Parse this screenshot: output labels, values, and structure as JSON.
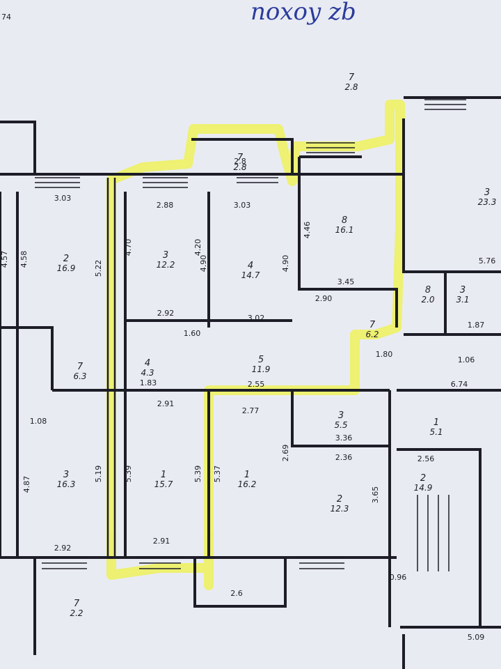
{
  "corner_text": "74",
  "handwriting": "noxoy zb",
  "colors": {
    "paper": "#e9ebf2",
    "wall": "#1c1d26",
    "highlight": "#eef25a",
    "ink": "#2b3c9c"
  },
  "rooms": [
    {
      "num": "7",
      "area": "2.8",
      "name": "top-balcony"
    },
    {
      "num": "2",
      "area": "16.9",
      "name": "room-left-top"
    },
    {
      "num": "3",
      "area": "12.2",
      "name": "room-a"
    },
    {
      "num": "4",
      "area": "14.7",
      "name": "room-b"
    },
    {
      "num": "8",
      "area": "16.1",
      "name": "room-c"
    },
    {
      "num": "3",
      "area": "23.3",
      "name": "room-right-top"
    },
    {
      "num": "8",
      "area": "2.0",
      "name": "room-small-8"
    },
    {
      "num": "3",
      "area": "3.1",
      "name": "room-small-3"
    },
    {
      "num": "7",
      "area": "6.3",
      "name": "closet-7"
    },
    {
      "num": "7",
      "area": "6.2",
      "name": "closet-7b"
    },
    {
      "num": "4",
      "area": "4.3",
      "name": "bath"
    },
    {
      "num": "5",
      "area": "11.9",
      "name": "hall"
    },
    {
      "num": "3",
      "area": "16.3",
      "name": "room-left-bottom"
    },
    {
      "num": "1",
      "area": "15.7",
      "name": "room-d"
    },
    {
      "num": "1",
      "area": "16.2",
      "name": "room-e"
    },
    {
      "num": "3",
      "area": "5.5",
      "name": "room-f"
    },
    {
      "num": "2",
      "area": "12.3",
      "name": "room-g"
    },
    {
      "num": "1",
      "area": "5.1",
      "name": "room-h"
    },
    {
      "num": "2",
      "area": "14.9",
      "name": "stair"
    },
    {
      "num": "7",
      "area": "2.2",
      "name": "bottom-left-room"
    },
    {
      "num": "7",
      "area": "2.8",
      "name": "top-room"
    }
  ],
  "dims": [
    "3.03",
    "2.88",
    "3.03",
    "2.8",
    "4.46",
    "3.45",
    "2.90",
    "2.92",
    "1.60",
    "3.02",
    "2.55",
    "1.83",
    "2.91",
    "2.77",
    "3.36",
    "2.36",
    "2.91",
    "2.92",
    "2.6",
    "5.76",
    "1.87",
    "1.06",
    "2.56",
    "5.09",
    "6.74",
    "1.80",
    "1.08",
    "4.57",
    "4.58",
    "5.22",
    "4.70",
    "4.20",
    "4.90",
    "4.90",
    "5.19",
    "5.39",
    "5.39",
    "5.37",
    "2.69",
    "3.65",
    "4.87",
    "0.96"
  ]
}
